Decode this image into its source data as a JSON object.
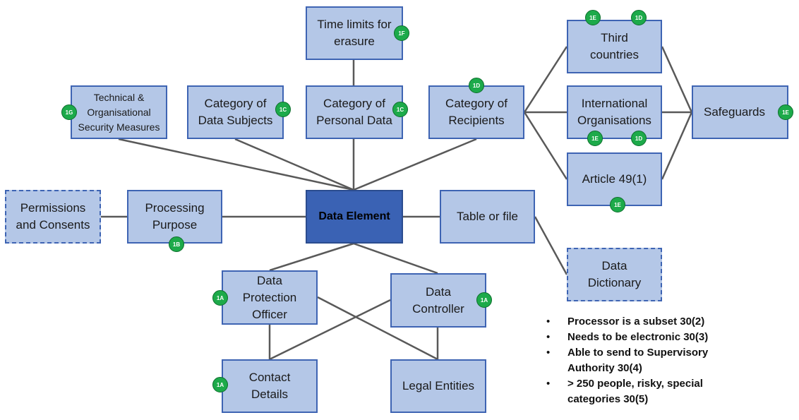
{
  "nodes": {
    "time_limits": "Time limits for erasure",
    "technical": "Technical & Organisational Security Measures",
    "data_subjects": "Category of Data Subjects",
    "personal_data": "Category of Personal Data",
    "recipients": "Category of Recipients",
    "third_countries": "Third countries",
    "international": "International Organisations",
    "article49": "Article 49(1)",
    "safeguards": "Safeguards",
    "permissions": "Permissions and Consents",
    "purpose": "Processing Purpose",
    "data_element": "Data Element",
    "table_file": "Table or file",
    "dictionary": "Data Dictionary",
    "dpo": "Data Protection Officer",
    "controller": "Data Controller",
    "contact": "Contact Details",
    "legal": "Legal Entities"
  },
  "badges": {
    "time_limits": "1F",
    "technical": "1G",
    "data_subjects": "1C",
    "personal_data": "1C",
    "recipients": "1D",
    "third_countries_a": "1E",
    "third_countries_b": "1D",
    "international_a": "1E",
    "international_b": "1D",
    "article49": "1E",
    "safeguards": "1E",
    "purpose": "1B",
    "dpo": "1A",
    "controller": "1A",
    "contact": "1A"
  },
  "notes": [
    "Processor is a subset 30(2)",
    "Needs to be electronic 30(3)",
    "Able to send to Supervisory Authority 30(4)",
    "> 250 people, risky, special categories 30(5)"
  ],
  "colors": {
    "box_fill": "#b4c7e7",
    "box_border": "#3e64b3",
    "central_fill": "#3a62b4",
    "badge": "#1daa4a",
    "connector": "#595959"
  }
}
